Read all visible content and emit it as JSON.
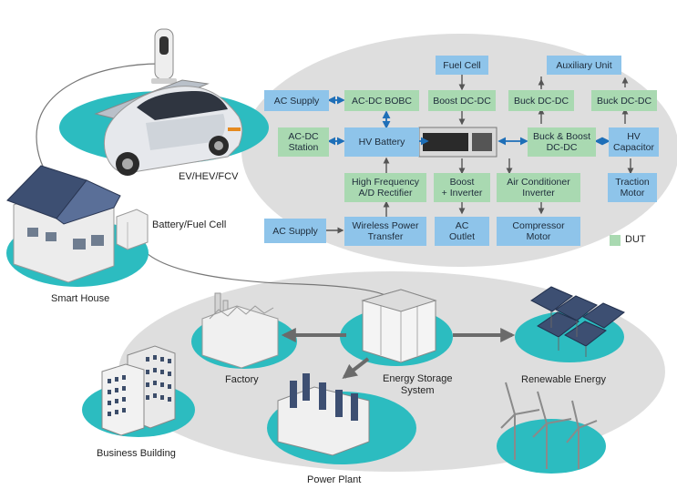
{
  "colors": {
    "teal": "#2cbcc0",
    "gray_panel": "#dddddd",
    "blue_box": "#8ec4ea",
    "green_box": "#a9d9b1",
    "connector": "#6b6b6b",
    "arrow_blue": "#1e6fb8"
  },
  "scene_labels": {
    "ev": "EV/HEV/FCV",
    "battery": "Battery/Fuel Cell",
    "smart_house": "Smart House",
    "factory": "Factory",
    "business": "Business Building",
    "power_plant": "Power Plant",
    "storage_line1": "Energy Storage",
    "storage_line2": "System",
    "renewable": "Renewable Energy"
  },
  "diagram": {
    "fuel_cell": "Fuel Cell",
    "auxiliary_unit": "Auxiliary Unit",
    "ac_supply_top": "AC Supply",
    "ac_dc_bobc": "AC-DC BOBC",
    "boost_dc_dc": "Boost DC-DC",
    "buck_dc_dc_1": "Buck DC-DC",
    "buck_dc_dc_2": "Buck DC-DC",
    "ac_dc_station_l1": "AC-DC",
    "ac_dc_station_l2": "Station",
    "hv_battery": "HV Battery",
    "buck_boost_l1": "Buck & Boost",
    "buck_boost_l2": "DC-DC",
    "hv_capacitor_l1": "HV",
    "hv_capacitor_l2": "Capacitor",
    "hf_rectifier_l1": "High Frequency",
    "hf_rectifier_l2": "A/D Rectifier",
    "boost_inverter_l1": "Boost",
    "boost_inverter_l2": "+ Inverter",
    "ac_inverter_l1": "Air Conditioner",
    "ac_inverter_l2": "Inverter",
    "traction_motor_l1": "Traction",
    "traction_motor_l2": "Motor",
    "ac_supply_bottom": "AC Supply",
    "wireless_l1": "Wireless Power",
    "wireless_l2": "Transfer",
    "ac_outlet_l1": "AC",
    "ac_outlet_l2": "Outlet",
    "compressor_l1": "Compressor",
    "compressor_l2": "Motor",
    "legend_dut": "DUT"
  }
}
